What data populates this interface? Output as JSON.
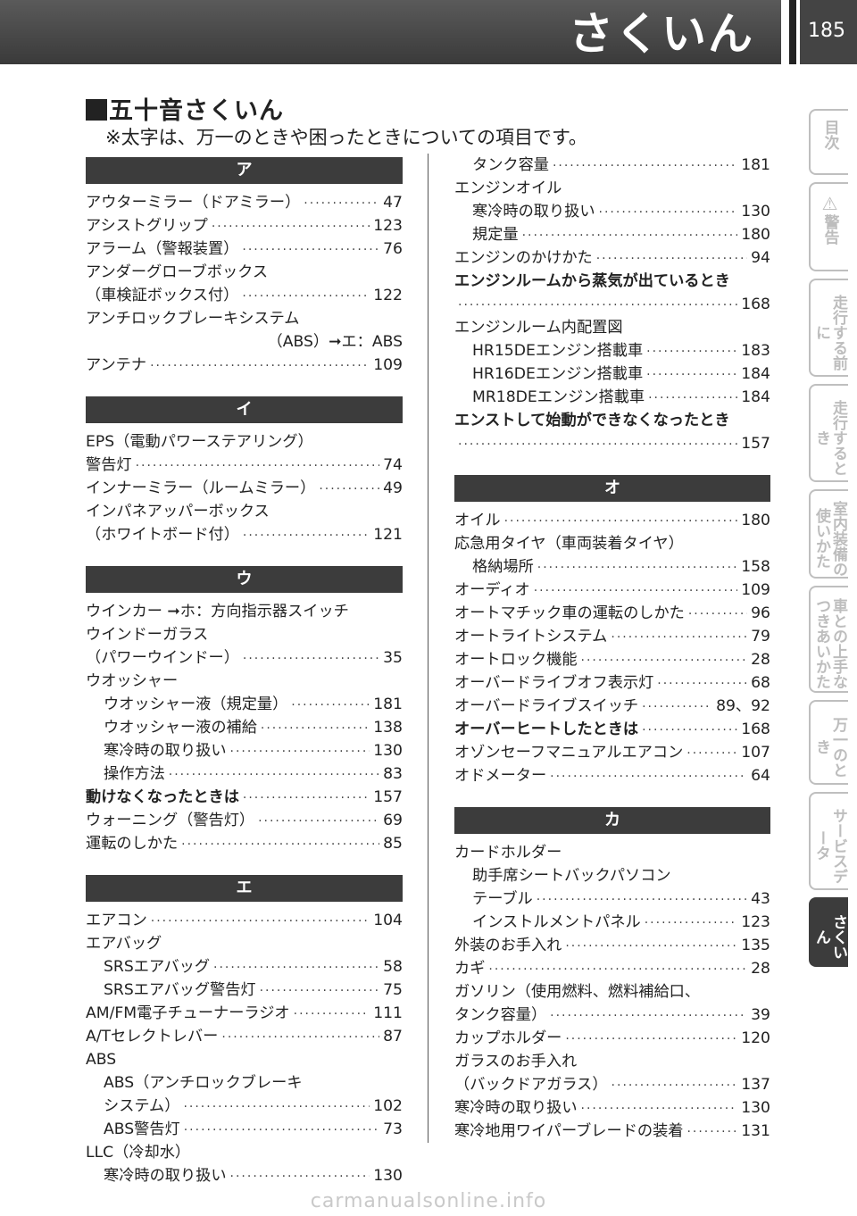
{
  "header": {
    "title": "さくいん",
    "page_number": "185"
  },
  "section": {
    "title": "五十音さくいん",
    "note": "※太字は、万一のときや困ったときについての項目です。"
  },
  "left_column": [
    {
      "type": "heading",
      "label": "ア"
    },
    {
      "text": "アウターミラー（ドアミラー）",
      "page": "47"
    },
    {
      "text": "アシストグリップ",
      "page": "123"
    },
    {
      "text": "アラーム（警報装置）",
      "page": "76"
    },
    {
      "text": "アンダーグローブボックス",
      "page": ""
    },
    {
      "text": "（車検証ボックス付）",
      "page": "122"
    },
    {
      "text": "アンチロックブレーキシステム",
      "page": ""
    },
    {
      "text": "（ABS）➞エ：ABS",
      "page": "",
      "right": true
    },
    {
      "text": "アンテナ",
      "page": "109"
    },
    {
      "type": "heading",
      "label": "イ"
    },
    {
      "text": "EPS（電動パワーステアリング）",
      "page": ""
    },
    {
      "text": "警告灯",
      "page": "74"
    },
    {
      "text": "インナーミラー（ルームミラー）",
      "page": "49"
    },
    {
      "text": "インパネアッパーボックス",
      "page": ""
    },
    {
      "text": "（ホワイトボード付）",
      "page": "121"
    },
    {
      "type": "heading",
      "label": "ウ"
    },
    {
      "text": "ウインカー ➞ホ：方向指示器スイッチ",
      "page": ""
    },
    {
      "text": "ウインドーガラス",
      "page": ""
    },
    {
      "text": "（パワーウインドー）",
      "page": "35"
    },
    {
      "text": "ウオッシャー",
      "page": ""
    },
    {
      "text": "ウオッシャー液（規定量）",
      "page": "181",
      "indent": true
    },
    {
      "text": "ウオッシャー液の補給",
      "page": "138",
      "indent": true
    },
    {
      "text": "寒冷時の取り扱い",
      "page": "130",
      "indent": true
    },
    {
      "text": "操作方法",
      "page": "83",
      "indent": true
    },
    {
      "text": "動けなくなったときは",
      "page": "157",
      "bold": true
    },
    {
      "text": "ウォーニング（警告灯）",
      "page": "69"
    },
    {
      "text": "運転のしかた",
      "page": "85"
    },
    {
      "type": "heading",
      "label": "エ"
    },
    {
      "text": "エアコン",
      "page": "104"
    },
    {
      "text": "エアバッグ",
      "page": ""
    },
    {
      "text": "SRSエアバッグ",
      "page": "58",
      "indent": true
    },
    {
      "text": "SRSエアバッグ警告灯",
      "page": "75",
      "indent": true
    },
    {
      "text": "AM/FM電子チューナーラジオ",
      "page": "111"
    },
    {
      "text": "A/Tセレクトレバー",
      "page": "87"
    },
    {
      "text": "ABS",
      "page": ""
    },
    {
      "text": "ABS（アンチロックブレーキ",
      "page": "",
      "indent": true
    },
    {
      "text": "システム）",
      "page": "102",
      "indent": true
    },
    {
      "text": "ABS警告灯",
      "page": "73",
      "indent": true
    },
    {
      "text": "LLC（冷却水）",
      "page": ""
    },
    {
      "text": "寒冷時の取り扱い",
      "page": "130",
      "indent": true
    }
  ],
  "right_column": [
    {
      "text": "タンク容量",
      "page": "181",
      "indent": true
    },
    {
      "text": "エンジンオイル",
      "page": ""
    },
    {
      "text": "寒冷時の取り扱い",
      "page": "130",
      "indent": true
    },
    {
      "text": "規定量",
      "page": "180",
      "indent": true
    },
    {
      "text": "エンジンのかけかた",
      "page": "94"
    },
    {
      "text": "エンジンルームから蒸気が出ているとき",
      "page": "",
      "bold": true
    },
    {
      "text": "",
      "page": "168"
    },
    {
      "text": "エンジンルーム内配置図",
      "page": ""
    },
    {
      "text": "HR15DEエンジン搭載車",
      "page": "183",
      "indent": true
    },
    {
      "text": "HR16DEエンジン搭載車",
      "page": "184",
      "indent": true
    },
    {
      "text": "MR18DEエンジン搭載車",
      "page": "184",
      "indent": true
    },
    {
      "text": "エンストして始動ができなくなったとき",
      "page": "",
      "bold": true
    },
    {
      "text": "",
      "page": "157"
    },
    {
      "type": "heading",
      "label": "オ"
    },
    {
      "text": "オイル",
      "page": "180"
    },
    {
      "text": "応急用タイヤ（車両装着タイヤ）",
      "page": ""
    },
    {
      "text": "格納場所",
      "page": "158",
      "indent": true
    },
    {
      "text": "オーディオ",
      "page": "109"
    },
    {
      "text": "オートマチック車の運転のしかた",
      "page": "96"
    },
    {
      "text": "オートライトシステム",
      "page": "79"
    },
    {
      "text": "オートロック機能",
      "page": "28"
    },
    {
      "text": "オーバードライブオフ表示灯",
      "page": "68"
    },
    {
      "text": "オーバードライブスイッチ",
      "page": "89、92"
    },
    {
      "text": "オーバーヒートしたときは",
      "page": "168",
      "bold": true
    },
    {
      "text": "オゾンセーフマニュアルエアコン",
      "page": "107"
    },
    {
      "text": "オドメーター",
      "page": "64"
    },
    {
      "type": "heading",
      "label": "カ"
    },
    {
      "text": "カードホルダー",
      "page": ""
    },
    {
      "text": "助手席シートバックパソコン",
      "page": "",
      "indent": true
    },
    {
      "text": "テーブル",
      "page": "43",
      "indent": true
    },
    {
      "text": "インストルメントパネル",
      "page": "123",
      "indent": true
    },
    {
      "text": "外装のお手入れ",
      "page": "135"
    },
    {
      "text": "カギ",
      "page": "28"
    },
    {
      "text": "ガソリン（使用燃料、燃料補給口、",
      "page": ""
    },
    {
      "text": "タンク容量）",
      "page": "39"
    },
    {
      "text": "カップホルダー",
      "page": "120"
    },
    {
      "text": "ガラスのお手入れ",
      "page": ""
    },
    {
      "text": "（バックドアガラス）",
      "page": "137"
    },
    {
      "text": "寒冷時の取り扱い",
      "page": "130"
    },
    {
      "text": "寒冷地用ワイパーブレードの装着",
      "page": "131"
    }
  ],
  "side_tabs": [
    {
      "label": "目次"
    },
    {
      "label": "警告",
      "icon": "⚠"
    },
    {
      "label": "走行する前に"
    },
    {
      "label": "走行するとき"
    },
    {
      "label": "室内装備の使いかた"
    },
    {
      "label": "車との上手なつきあいかた"
    },
    {
      "label": "万一のとき"
    },
    {
      "label": "サービスデータ"
    },
    {
      "label": "さくいん",
      "active": true
    }
  ],
  "watermark": "carmanualsonline.info"
}
